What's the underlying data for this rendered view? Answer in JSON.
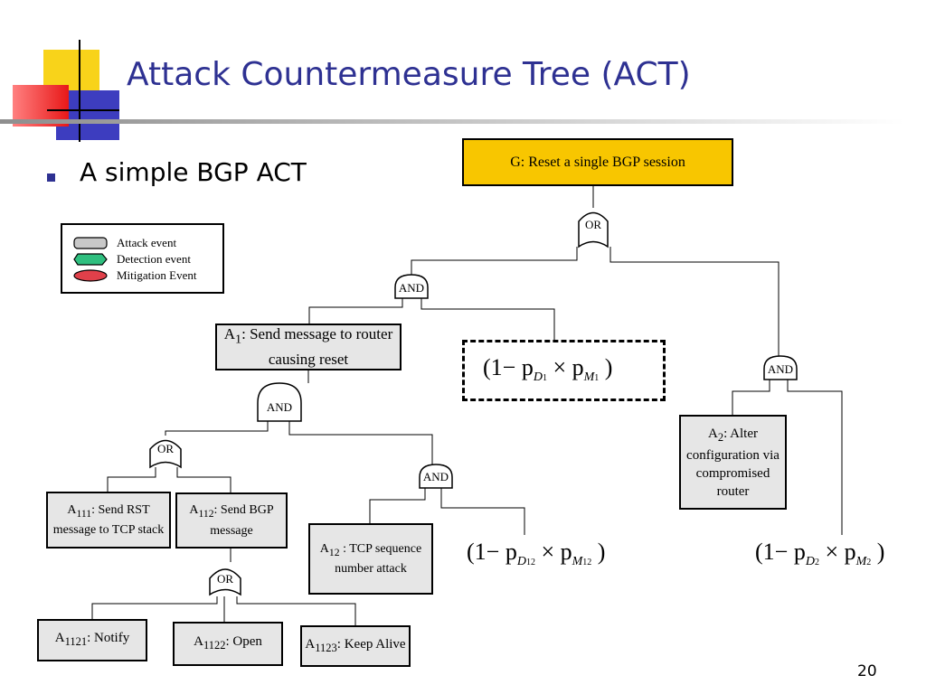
{
  "slide": {
    "title": "Attack Countermeasure Tree (ACT)",
    "bullet": "A simple BGP ACT",
    "page_number": "20"
  },
  "legend": {
    "items": [
      {
        "label": "Attack event",
        "shape": "rounded-rect",
        "color": "#c8c8c8"
      },
      {
        "label": "Detection event",
        "shape": "arrow",
        "color": "#2fbf7f"
      },
      {
        "label": "Mitigation Event",
        "shape": "ellipse",
        "color": "#e0404a"
      }
    ]
  },
  "nodes": {
    "goal": "G: Reset a single BGP session",
    "a1": {
      "base": "A",
      "sub": "1",
      "rest": ": Send message to router causing reset"
    },
    "a2": {
      "base": "A",
      "sub": "2",
      "rest": ": Alter configuration via compromised router"
    },
    "a111": {
      "base": "A",
      "sub": "111",
      "rest": ": Send RST message to TCP stack"
    },
    "a112": {
      "base": "A",
      "sub": "112",
      "rest": ": Send BGP message"
    },
    "a12": {
      "base": "A",
      "sub": "12",
      "rest": " : TCP sequence number attack"
    },
    "a1121": {
      "base": "A",
      "sub": "1121",
      "rest": ": Notify"
    },
    "a1122": {
      "base": "A",
      "sub": "1122",
      "rest": ": Open"
    },
    "a1123": {
      "base": "A",
      "sub": "1123",
      "rest": ": Keep Alive"
    }
  },
  "gates": {
    "or_top": "OR",
    "and_left": "AND",
    "and_right": "AND",
    "and_a1": "AND",
    "or_a11": "OR",
    "and_a12": "AND",
    "or_a112": "OR"
  },
  "formulas": {
    "f1": {
      "prefix": "(1− p",
      "d_sub": "D",
      "d_subsub": "1",
      "times": " × p",
      "m_sub": "M",
      "m_subsub": "1",
      "suffix": " )"
    },
    "f12": {
      "prefix": "(1− p",
      "d_sub": "D",
      "d_subsub": "12",
      "times": " × p",
      "m_sub": "M",
      "m_subsub": "12",
      "suffix": " )"
    },
    "f2": {
      "prefix": "(1− p",
      "d_sub": "D",
      "d_subsub": "2",
      "times": " × p",
      "m_sub": "M",
      "m_subsub": "2",
      "suffix": " )"
    }
  }
}
